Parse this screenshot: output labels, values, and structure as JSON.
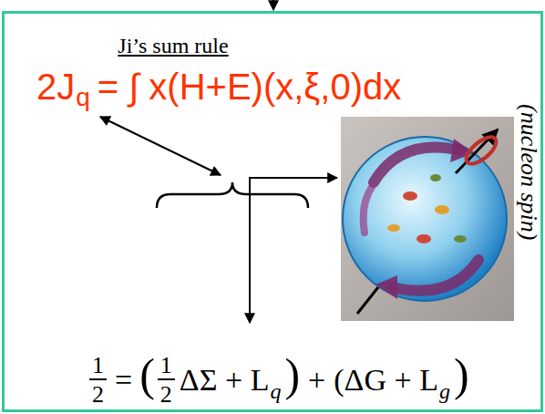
{
  "diagram": {
    "nodes": [
      {
        "text": [
          "Ji’s sum rule",
          "2J",
          "q",
          "= ∫ x(H+E)(x,ξ,0)dx",
          "(nucleon spin)",
          "1",
          "2",
          "=",
          "(",
          "1",
          "2",
          "ΔΣ + L",
          "q",
          ")",
          "+",
          "(ΔG + L",
          "g",
          ")"
        ]
      }
    ]
  }
}
